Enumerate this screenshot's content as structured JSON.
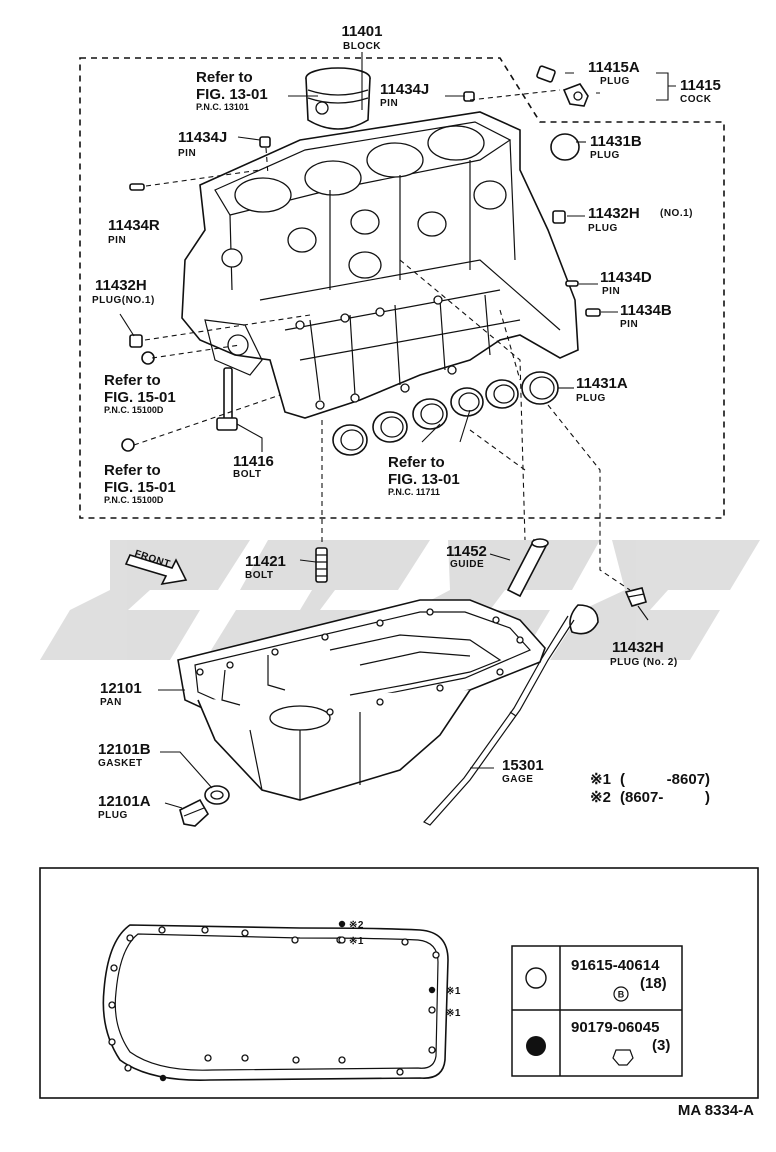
{
  "callouts": {
    "block": {
      "number": "11401",
      "name": "BLOCK"
    },
    "plug_a": {
      "number": "11415A",
      "name": "PLUG"
    },
    "cock": {
      "number": "11415",
      "name": "COCK"
    },
    "pin_j_right": {
      "number": "11434J",
      "name": "PIN"
    },
    "pin_j_left": {
      "number": "11434J",
      "name": "PIN"
    },
    "plug_b": {
      "number": "11431B",
      "name": "PLUG"
    },
    "pin_r": {
      "number": "11434R",
      "name": "PIN"
    },
    "plug_h_right": {
      "number": "11432H",
      "name": "PLUG",
      "note": "(NO.1)"
    },
    "plug_h_left": {
      "number": "11432H",
      "name": "PLUG(NO.1)"
    },
    "pin_d": {
      "number": "11434D",
      "name": "PIN"
    },
    "pin_b": {
      "number": "11434B",
      "name": "PIN"
    },
    "plug_a2": {
      "number": "11431A",
      "name": "PLUG"
    },
    "bolt_16": {
      "number": "11416",
      "name": "BOLT"
    },
    "bolt_21": {
      "number": "11421",
      "name": "BOLT"
    },
    "guide": {
      "number": "11452",
      "name": "GUIDE"
    },
    "plug_h_no2": {
      "number": "11432H",
      "name": "PLUG (No. 2)"
    },
    "pan": {
      "number": "12101",
      "name": "PAN"
    },
    "gasket": {
      "number": "12101B",
      "name": "GASKET"
    },
    "plug_pan": {
      "number": "12101A",
      "name": "PLUG"
    },
    "gage": {
      "number": "15301",
      "name": "GAGE"
    }
  },
  "refs": {
    "piston": {
      "line1": "Refer to",
      "line2": "FIG. 13-01",
      "pnc": "P.N.C. 13101"
    },
    "fig15_a": {
      "line1": "Refer to",
      "line2": "FIG. 15-01",
      "pnc": "P.N.C. 15100D"
    },
    "fig15_b": {
      "line1": "Refer to",
      "line2": "FIG. 15-01",
      "pnc": "P.N.C. 15100D"
    },
    "bearing": {
      "line1": "Refer to",
      "line2": "FIG. 13-01",
      "pnc": "P.N.C. 11711"
    }
  },
  "front_label": "FRONT",
  "applicability": [
    {
      "mark": "※1",
      "range": "(          -8607)"
    },
    {
      "mark": "※2",
      "range": "(8607-          )"
    }
  ],
  "gasket_marks": {
    "m1": "※1",
    "m2": "※2"
  },
  "legend": [
    {
      "part_no": "91615-40614",
      "qty": "(18)",
      "symbol": "open-circle",
      "badge": "B"
    },
    {
      "part_no": "90179-06045",
      "qty": "(3)",
      "symbol": "filled-circle"
    }
  ],
  "figure_id": "MA 8334-A"
}
